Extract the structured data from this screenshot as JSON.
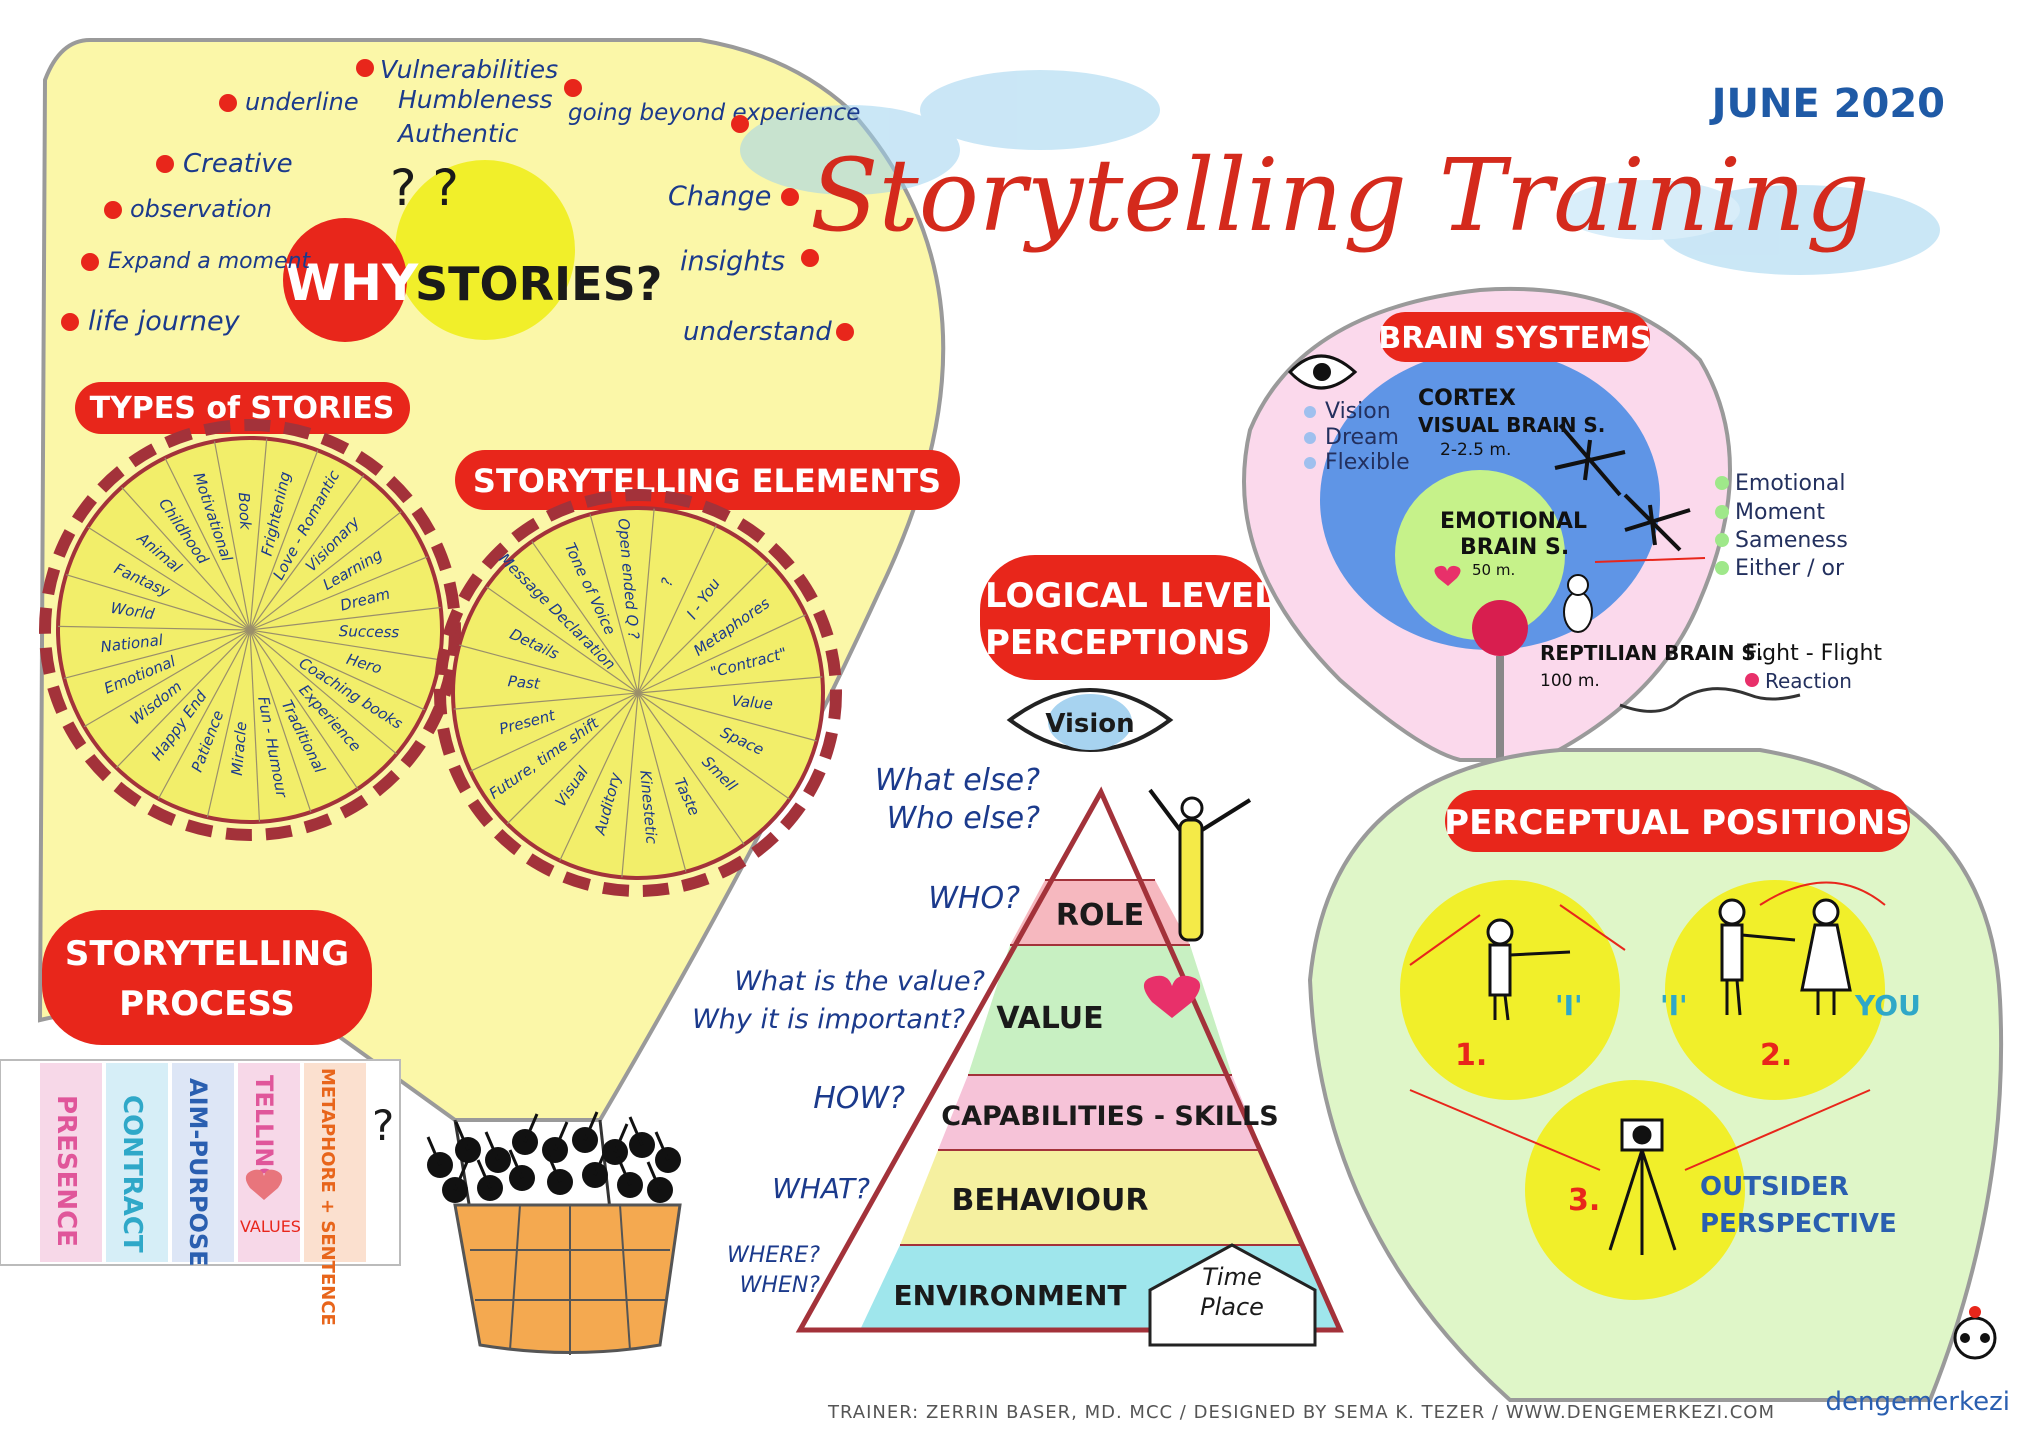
{
  "header": {
    "date": "JUNE 2020",
    "title": "Storytelling Training"
  },
  "why": {
    "heading_why": "WHY",
    "heading_stories": "STORIES?",
    "question_marks": "? ?",
    "reasons_left": [
      "underline",
      "Creative",
      "observation",
      "Expand a moment",
      "life journey"
    ],
    "reasons_top": [
      "Vulnerabilities",
      "Humbleness",
      "Authentic"
    ],
    "reasons_right": [
      "going beyond experience",
      "Change",
      "insights",
      "understand"
    ]
  },
  "types_of_stories": {
    "heading": "TYPES of STORIES",
    "items": [
      "Frightening",
      "Love - Romantic",
      "Visionary",
      "Learning",
      "Dream",
      "Success",
      "Hero",
      "Coaching books",
      "Experience",
      "Traditional",
      "Fun - Humour",
      "Miracle",
      "Patience",
      "Happy End",
      "Wisdom",
      "Emotional",
      "National",
      "World",
      "Fantasy",
      "Animal",
      "Childhood",
      "Motivational",
      "Book"
    ]
  },
  "storytelling_elements": {
    "heading": "STORYTELLING ELEMENTS",
    "items": [
      "?",
      "I - You",
      "Metaphores",
      "\"Contract\"",
      "Value",
      "Space",
      "Smell",
      "Taste",
      "Kinestetic",
      "Auditory",
      "Visual",
      "Future, time shift",
      "Present",
      "Past",
      "Details",
      "Message Declaration",
      "Tone of Voice",
      "Open ended Q ?"
    ]
  },
  "storytelling_process": {
    "heading_line1": "STORYTELLING",
    "heading_line2": "PROCESS",
    "steps": [
      {
        "label": "PRESENCE",
        "color": "#e0569a"
      },
      {
        "label": "CONTRACT",
        "color": "#2fa8c8"
      },
      {
        "label": "AIM-PURPOSE",
        "color": "#2a5fb0"
      },
      {
        "label": "TELLING",
        "color": "#e0569a"
      },
      {
        "label": "METAPHORE + SENTENCE",
        "color": "#e8651b"
      }
    ],
    "values_note": "VALUES",
    "question": "?"
  },
  "logical_levels": {
    "heading_line1": "LOGICAL LEVELS of",
    "heading_line2": "PERCEPTIONS",
    "vision": "Vision",
    "levels": [
      {
        "name": "ROLE",
        "questions": [
          "WHO?"
        ],
        "color": "#f6b8bf"
      },
      {
        "name": "VALUE",
        "questions": [
          "What is the value?",
          "Why it is important?"
        ],
        "color": "#c8f0c2"
      },
      {
        "name": "CAPABILITIES - SKILLS",
        "questions": [
          "HOW?"
        ],
        "color": "#f6c3d8"
      },
      {
        "name": "BEHAVIOUR",
        "questions": [
          "WHAT?"
        ],
        "color": "#f5f0a0"
      },
      {
        "name": "ENVIRONMENT",
        "questions": [
          "WHERE?",
          "WHEN?"
        ],
        "color": "#9fe6ec"
      }
    ],
    "top_questions": [
      "What else?",
      "Who else?"
    ],
    "time": "Time",
    "place": "Place"
  },
  "brain_systems": {
    "heading": "BRAIN SYSTEMS",
    "cortex_title": "CORTEX",
    "cortex_sub": "VISUAL BRAIN S.",
    "cortex_age": "2-2.5 m.",
    "cortex_traits": [
      "Vision",
      "Dream",
      "Flexible"
    ],
    "emotional_title": "EMOTIONAL",
    "emotional_sub": "BRAIN S.",
    "emotional_age": "50 m.",
    "emotional_traits": [
      "Emotional",
      "Moment",
      "Sameness",
      "Either / or"
    ],
    "reptilian_title": "REPTILIAN BRAIN S.",
    "reptilian_age": "100 m.",
    "reptilian_trait_1": "Fight - Flight",
    "reptilian_trait_2": "Reaction"
  },
  "perceptual_positions": {
    "heading": "PERCEPTUAL POSITIONS",
    "positions": [
      {
        "number": "1.",
        "label": "'I'"
      },
      {
        "number": "2.",
        "label": "'I'",
        "label2": "YOU"
      },
      {
        "number": "3.",
        "label": "OUTSIDER",
        "label2": "PERSPECTIVE"
      }
    ]
  },
  "footer": {
    "credit": "TRAINER: ZERRIN BASER, MD. MCC / DESIGNED BY SEMA K. TEZER / WWW.DENGEMERKEZI.COM",
    "brand": "dengemerkezi"
  },
  "colors": {
    "accent_red": "#e8261b",
    "balloon_yellow": "#fbf7a8",
    "title_red": "#d42a1c",
    "date_blue": "#1f5aa6"
  }
}
